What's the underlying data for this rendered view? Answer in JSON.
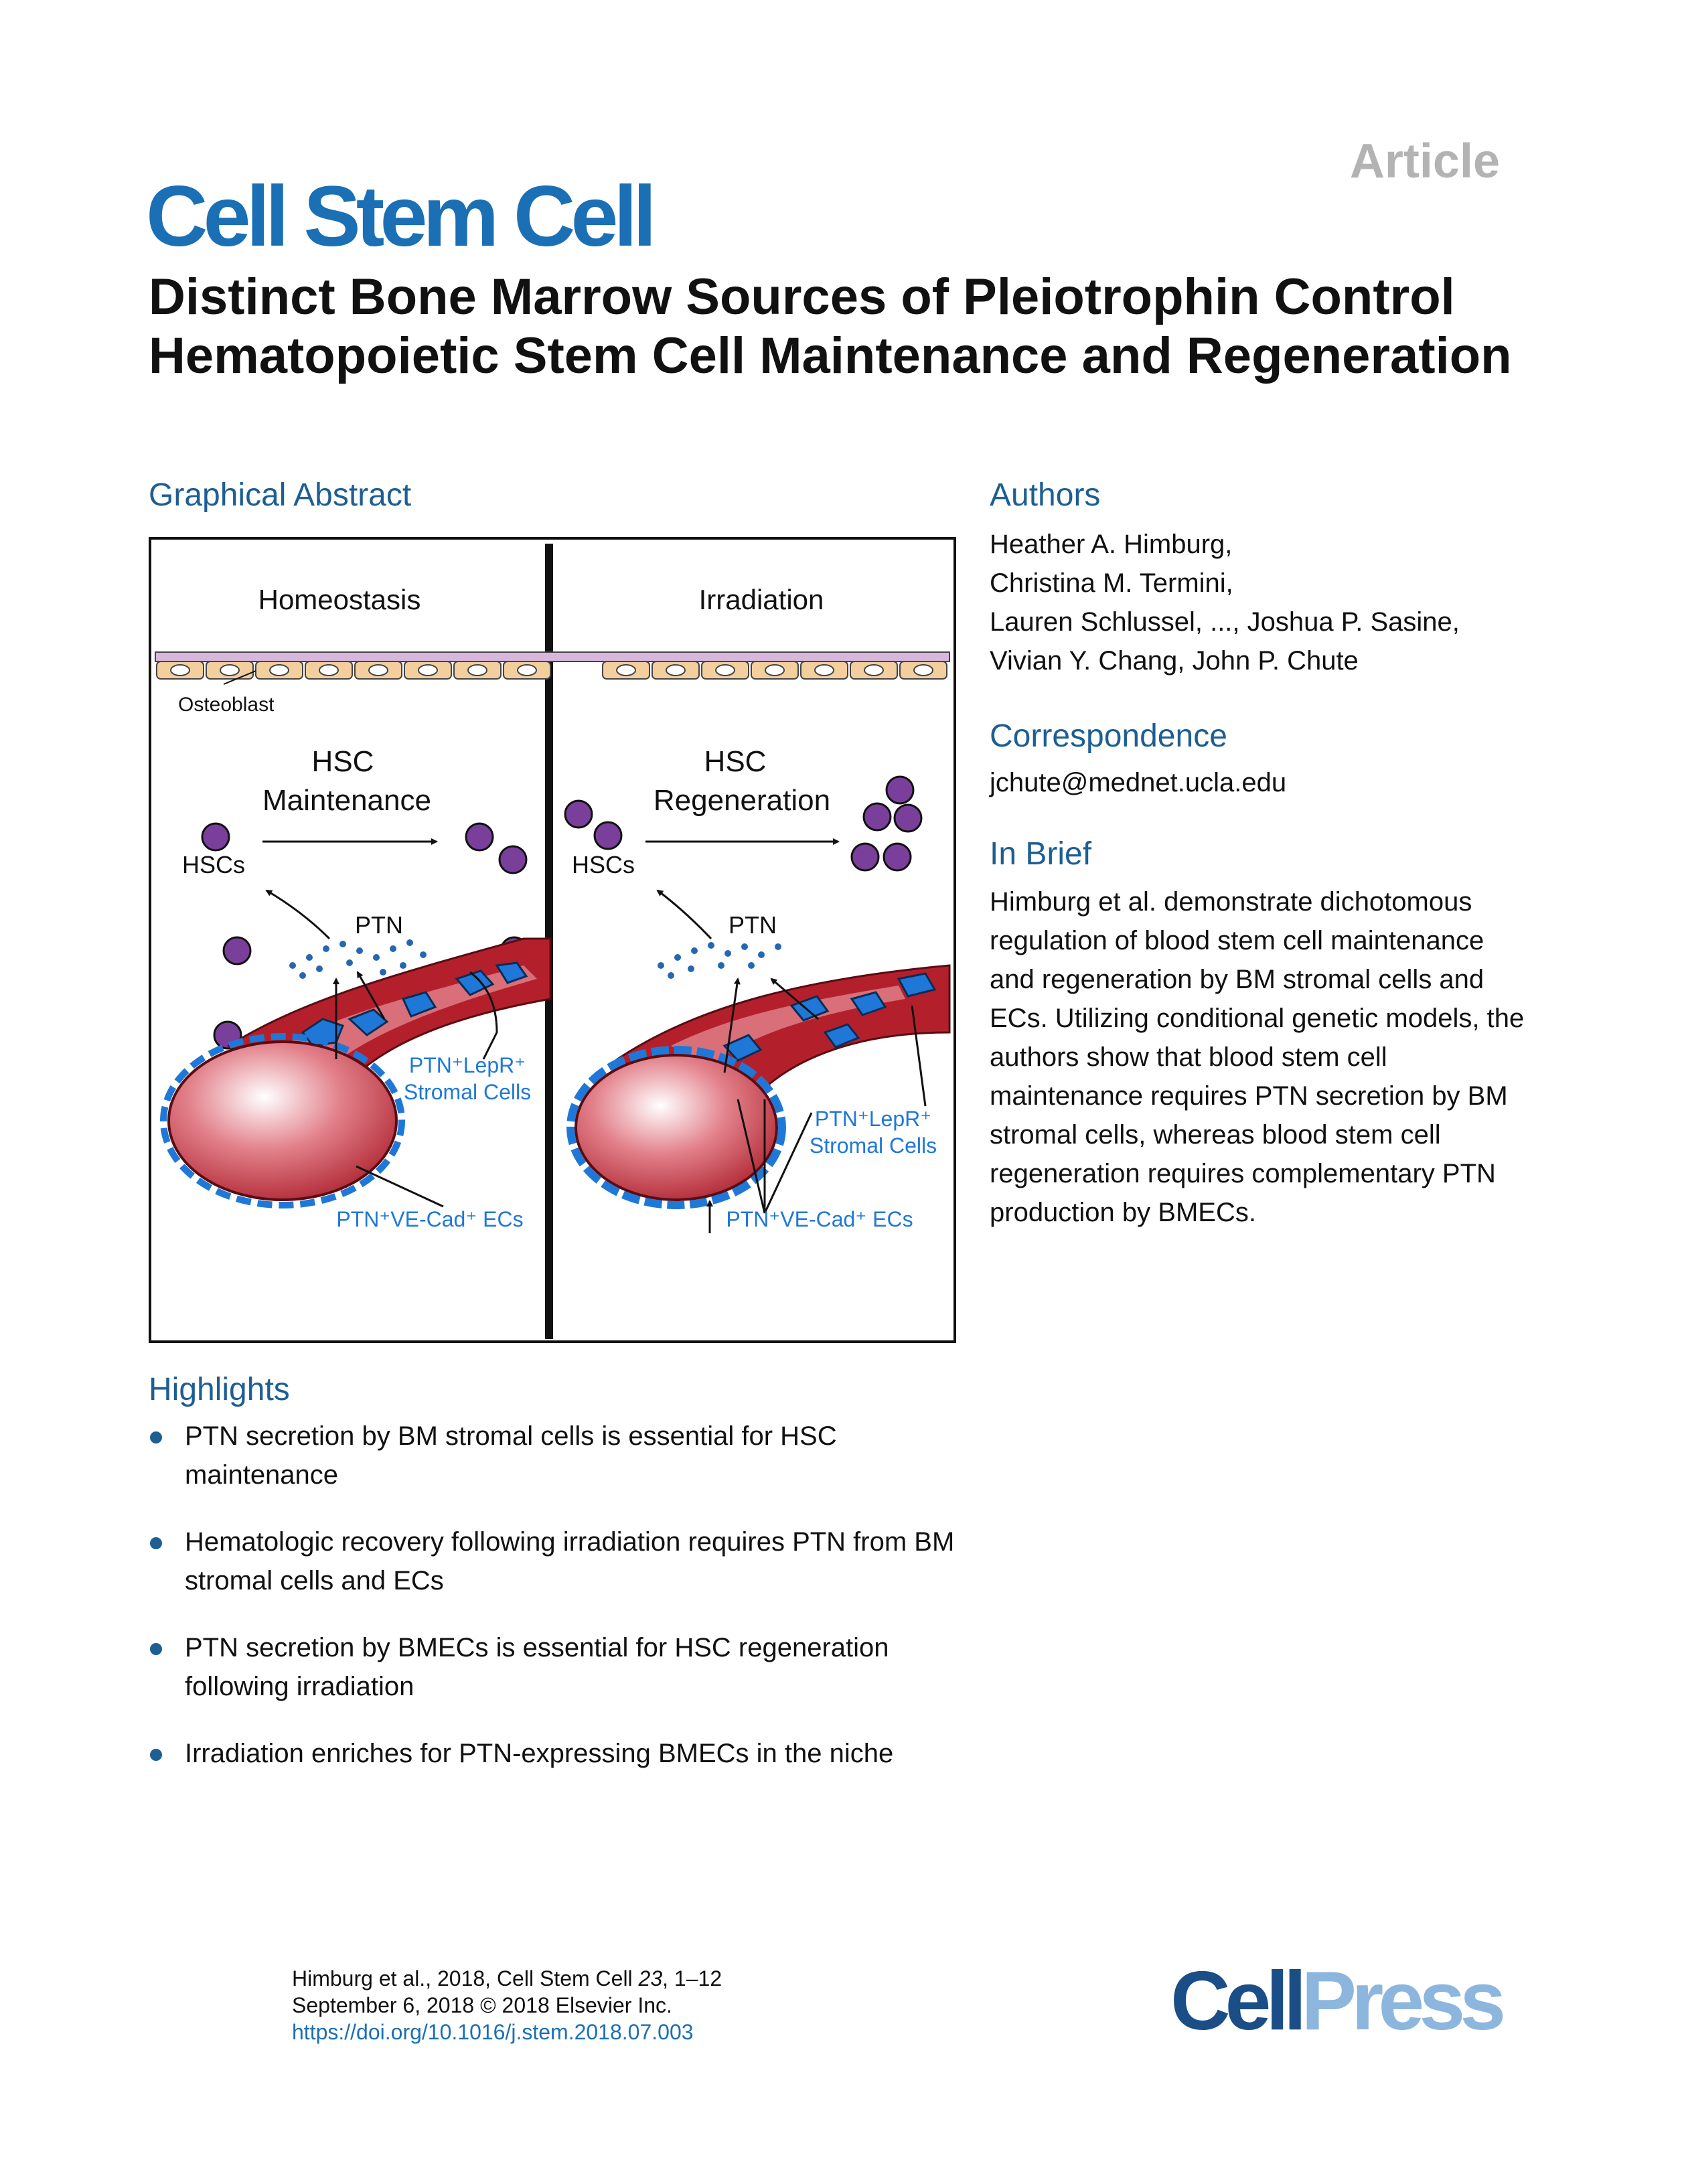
{
  "header": {
    "article_label": "Article",
    "journal": "Cell Stem Cell"
  },
  "title": "Distinct Bone Marrow Sources of Pleiotrophin Control Hematopoietic Stem Cell Maintenance and Regeneration",
  "sections": {
    "graphical_abstract": "Graphical Abstract",
    "authors": "Authors",
    "correspondence": "Correspondence",
    "in_brief": "In Brief",
    "highlights": "Highlights"
  },
  "authors": [
    "Heather A. Himburg,",
    "Christina M. Termini,",
    "Lauren Schlussel, ..., Joshua P. Sasine,",
    "Vivian Y. Chang, John P. Chute"
  ],
  "correspondence_email": "jchute@mednet.ucla.edu",
  "in_brief": "Himburg et al. demonstrate dichotomous regulation of blood stem cell maintenance and regeneration by BM stromal cells and ECs. Utilizing conditional genetic models, the authors show that blood stem cell maintenance requires PTN secretion by BM stromal cells, whereas blood stem cell regeneration requires complementary PTN production by BMECs.",
  "graphical_abstract": {
    "left_panel_title": "Homeostasis",
    "right_panel_title": "Irradiation",
    "osteoblast": "Osteoblast",
    "hsc_maintenance_line1": "HSC",
    "hsc_maintenance_line2": "Maintenance",
    "hsc_regeneration_line1": "HSC",
    "hsc_regeneration_line2": "Regeneration",
    "hscs_left": "HSCs",
    "hscs_right": "HSCs",
    "ptn_left": "PTN",
    "ptn_right": "PTN",
    "stromal_left_line1": "PTN⁺LepR⁺",
    "stromal_left_line2": "Stromal Cells",
    "stromal_right_line1": "PTN⁺LepR⁺",
    "stromal_right_line2": "Stromal Cells",
    "ecs_left": "PTN⁺VE-Cad⁺ ECs",
    "ecs_right": "PTN⁺VE-Cad⁺ ECs",
    "colors": {
      "vessel_red": "#b3202c",
      "cell_blue": "#1f78d8",
      "hsc_purple": "#7a3f9a",
      "osteoblast_tan": "#f3cf9e",
      "membrane_pink": "#d8b7dc",
      "ptn_dot": "#2567b0",
      "label_blue": "#1f78d8"
    }
  },
  "highlights": [
    "PTN secretion by BM stromal cells is essential for HSC maintenance",
    "Hematologic recovery following irradiation requires PTN from BM stromal cells and ECs",
    "PTN secretion by BMECs is essential for HSC regeneration following irradiation",
    "Irradiation enriches for PTN-expressing BMECs in the niche"
  ],
  "footer": {
    "citation_prefix": "Himburg et al., 2018, Cell Stem Cell ",
    "volume": "23",
    "pages": ", 1–12",
    "date_copyright": "September 6, 2018 © 2018 Elsevier Inc.",
    "doi": "https://doi.org/10.1016/j.stem.2018.07.003"
  },
  "publisher_logo": {
    "cell": "Cell",
    "press": "Press"
  }
}
